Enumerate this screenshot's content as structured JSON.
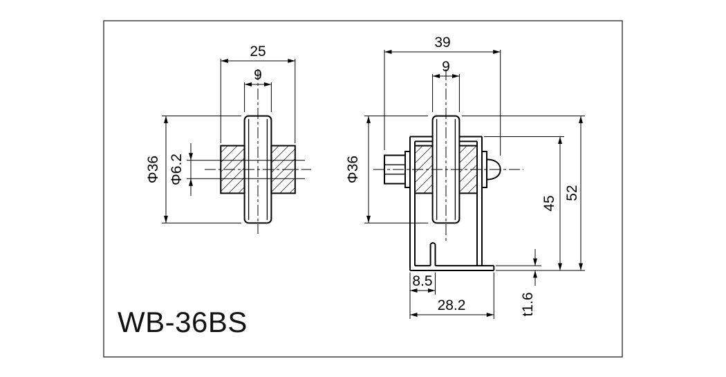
{
  "product": {
    "code": "WB-36BS"
  },
  "views": {
    "roller_side_view": {
      "dimensions": {
        "overall_width": "25",
        "wheel_width": "9",
        "wheel_diameter": "Φ36",
        "bore_diameter": "Φ6.2"
      }
    },
    "hanger_front_view": {
      "dimensions": {
        "overall_width": "39",
        "wheel_width": "9",
        "wheel_diameter": "Φ36",
        "bracket_height": "45",
        "overall_height": "52",
        "lip_width": "8.5",
        "bottom_width": "28.2",
        "plate_thickness": "t1.6"
      }
    }
  },
  "colors": {
    "line": "#000000",
    "frame": "#404040",
    "background": "#ffffff"
  }
}
